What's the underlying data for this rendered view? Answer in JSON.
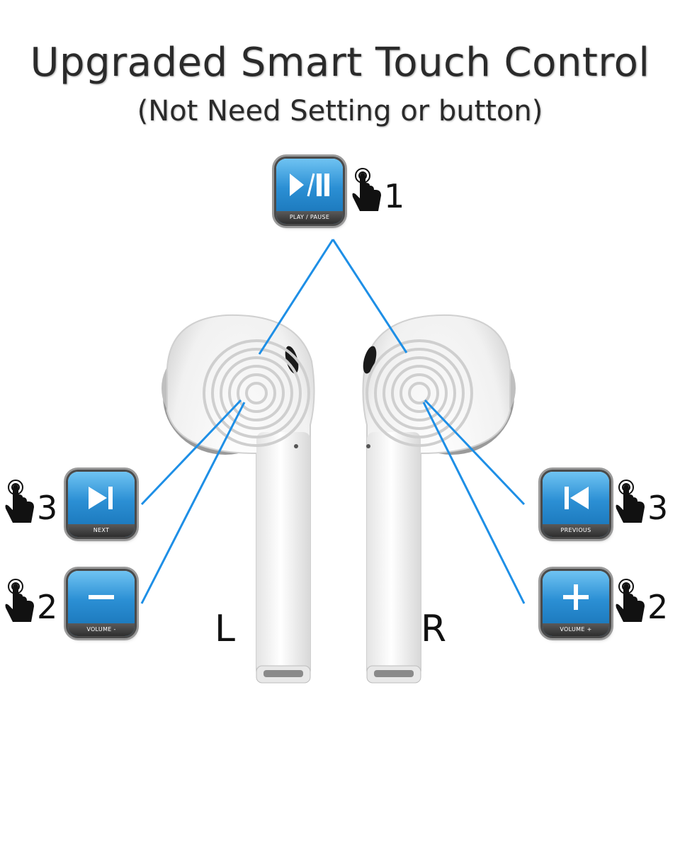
{
  "title": "Upgraded Smart Touch Control",
  "subtitle": "(Not Need Setting or button)",
  "accent_color": "#1e8fe6",
  "earbuds": {
    "left_label": "L",
    "right_label": "R"
  },
  "controls": {
    "play_pause": {
      "caption": "PLAY / PAUSE",
      "taps": "1",
      "icon": "play-pause-icon"
    },
    "next": {
      "caption": "NEXT",
      "taps": "3",
      "icon": "next-icon"
    },
    "volume_down": {
      "caption": "VOLUME -",
      "taps": "2",
      "icon": "minus-icon"
    },
    "previous": {
      "caption": "PREVIOUS",
      "taps": "3",
      "icon": "previous-icon"
    },
    "volume_up": {
      "caption": "VOLUME +",
      "taps": "2",
      "icon": "plus-icon"
    }
  }
}
